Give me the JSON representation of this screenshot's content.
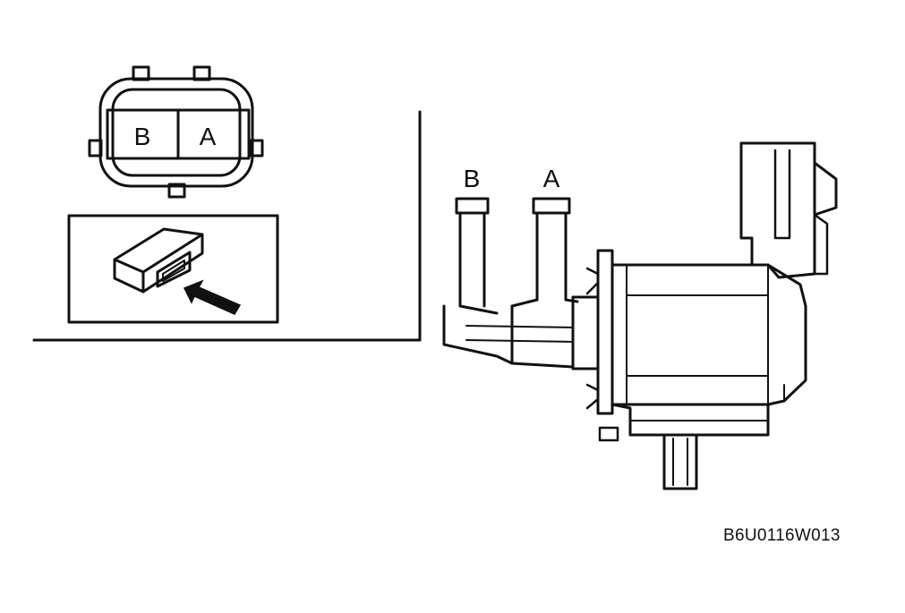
{
  "connector": {
    "terminal_left": "B",
    "terminal_right": "A"
  },
  "solenoid": {
    "port_left": "B",
    "port_right": "A"
  },
  "figure_code": "B6U0116W013"
}
